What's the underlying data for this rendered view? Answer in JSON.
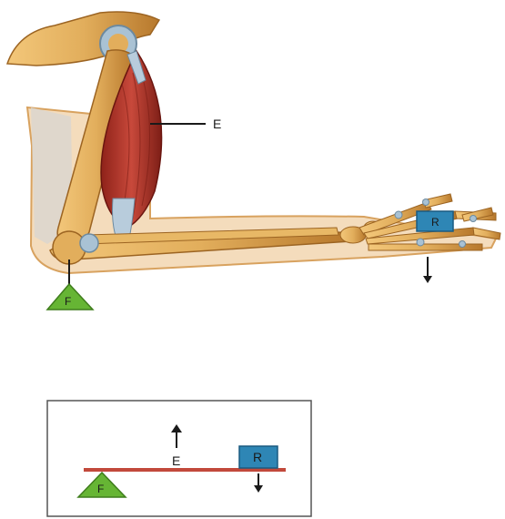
{
  "anatomy": {
    "effort_label": "E",
    "fulcrum_label": "F",
    "resistance_label": "R"
  },
  "lever_model": {
    "effort_label": "E",
    "fulcrum_label": "F",
    "resistance_label": "R"
  },
  "colors": {
    "bone": "#e2ae5c",
    "bone_dark": "#b7782c",
    "muscle": "#b1392e",
    "tendon": "#9fb6c8",
    "skin": "#f3d6b4",
    "fulcrum": "#66b534",
    "resistance": "#2e86b5",
    "lever": "#c2493b"
  }
}
